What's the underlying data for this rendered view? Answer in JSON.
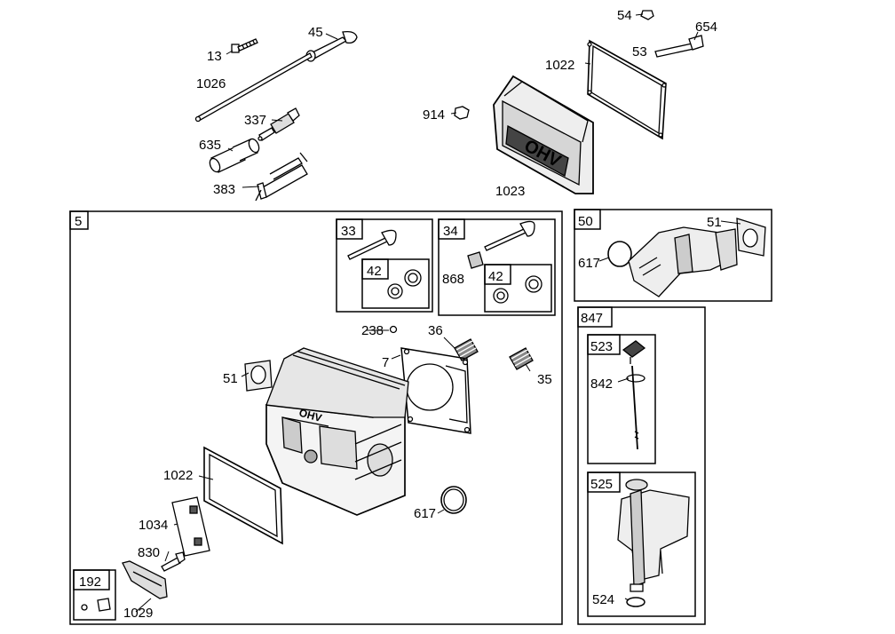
{
  "callouts": {
    "p13": "13",
    "p45": "45",
    "p1026": "1026",
    "p337": "337",
    "p635": "635",
    "p383": "383",
    "p54": "54",
    "p654": "654",
    "p53": "53",
    "p1022_top": "1022",
    "p914": "914",
    "p1023": "1023",
    "p5": "5",
    "p33": "33",
    "p42_a": "42",
    "p34": "34",
    "p868": "868",
    "p42_b": "42",
    "p238": "238",
    "p36": "36",
    "p7": "7",
    "p35": "35",
    "p51_main": "51",
    "p1022_main": "1022",
    "p1034": "1034",
    "p830": "830",
    "p617_main": "617",
    "p192": "192",
    "p1029": "1029",
    "p50": "50",
    "p51_intake": "51",
    "p617_intake": "617",
    "p847": "847",
    "p523": "523",
    "p842": "842",
    "p525": "525",
    "p524": "524"
  },
  "logo": {
    "text": "OHV"
  },
  "colors": {
    "line": "#000000",
    "background": "#ffffff",
    "shade": "#bdbdbd"
  }
}
